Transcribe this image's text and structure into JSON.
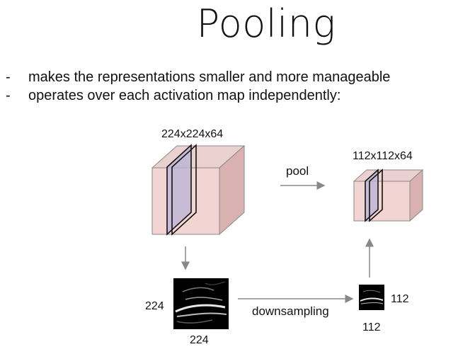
{
  "slide": {
    "title": "Pooling",
    "bullets": [
      {
        "marker": "-",
        "text": "makes the representations smaller and more manageable"
      },
      {
        "marker": "-",
        "text": "operates over each activation map independently:"
      }
    ]
  },
  "diagram": {
    "input_volume_label": "224x224x64",
    "output_volume_label": "112x112x64",
    "pool_label": "pool",
    "downsampling_label": "downsampling",
    "input_map_height_label": "224",
    "input_map_width_label": "224",
    "output_map_height_label": "112",
    "output_map_width_label": "112"
  },
  "colors": {
    "volume_front": "#f2d4d2",
    "volume_side": "#d9b1b0",
    "volume_top": "#ead0cf",
    "slice_fill": "#b8b3d6",
    "arrow": "#888888"
  }
}
